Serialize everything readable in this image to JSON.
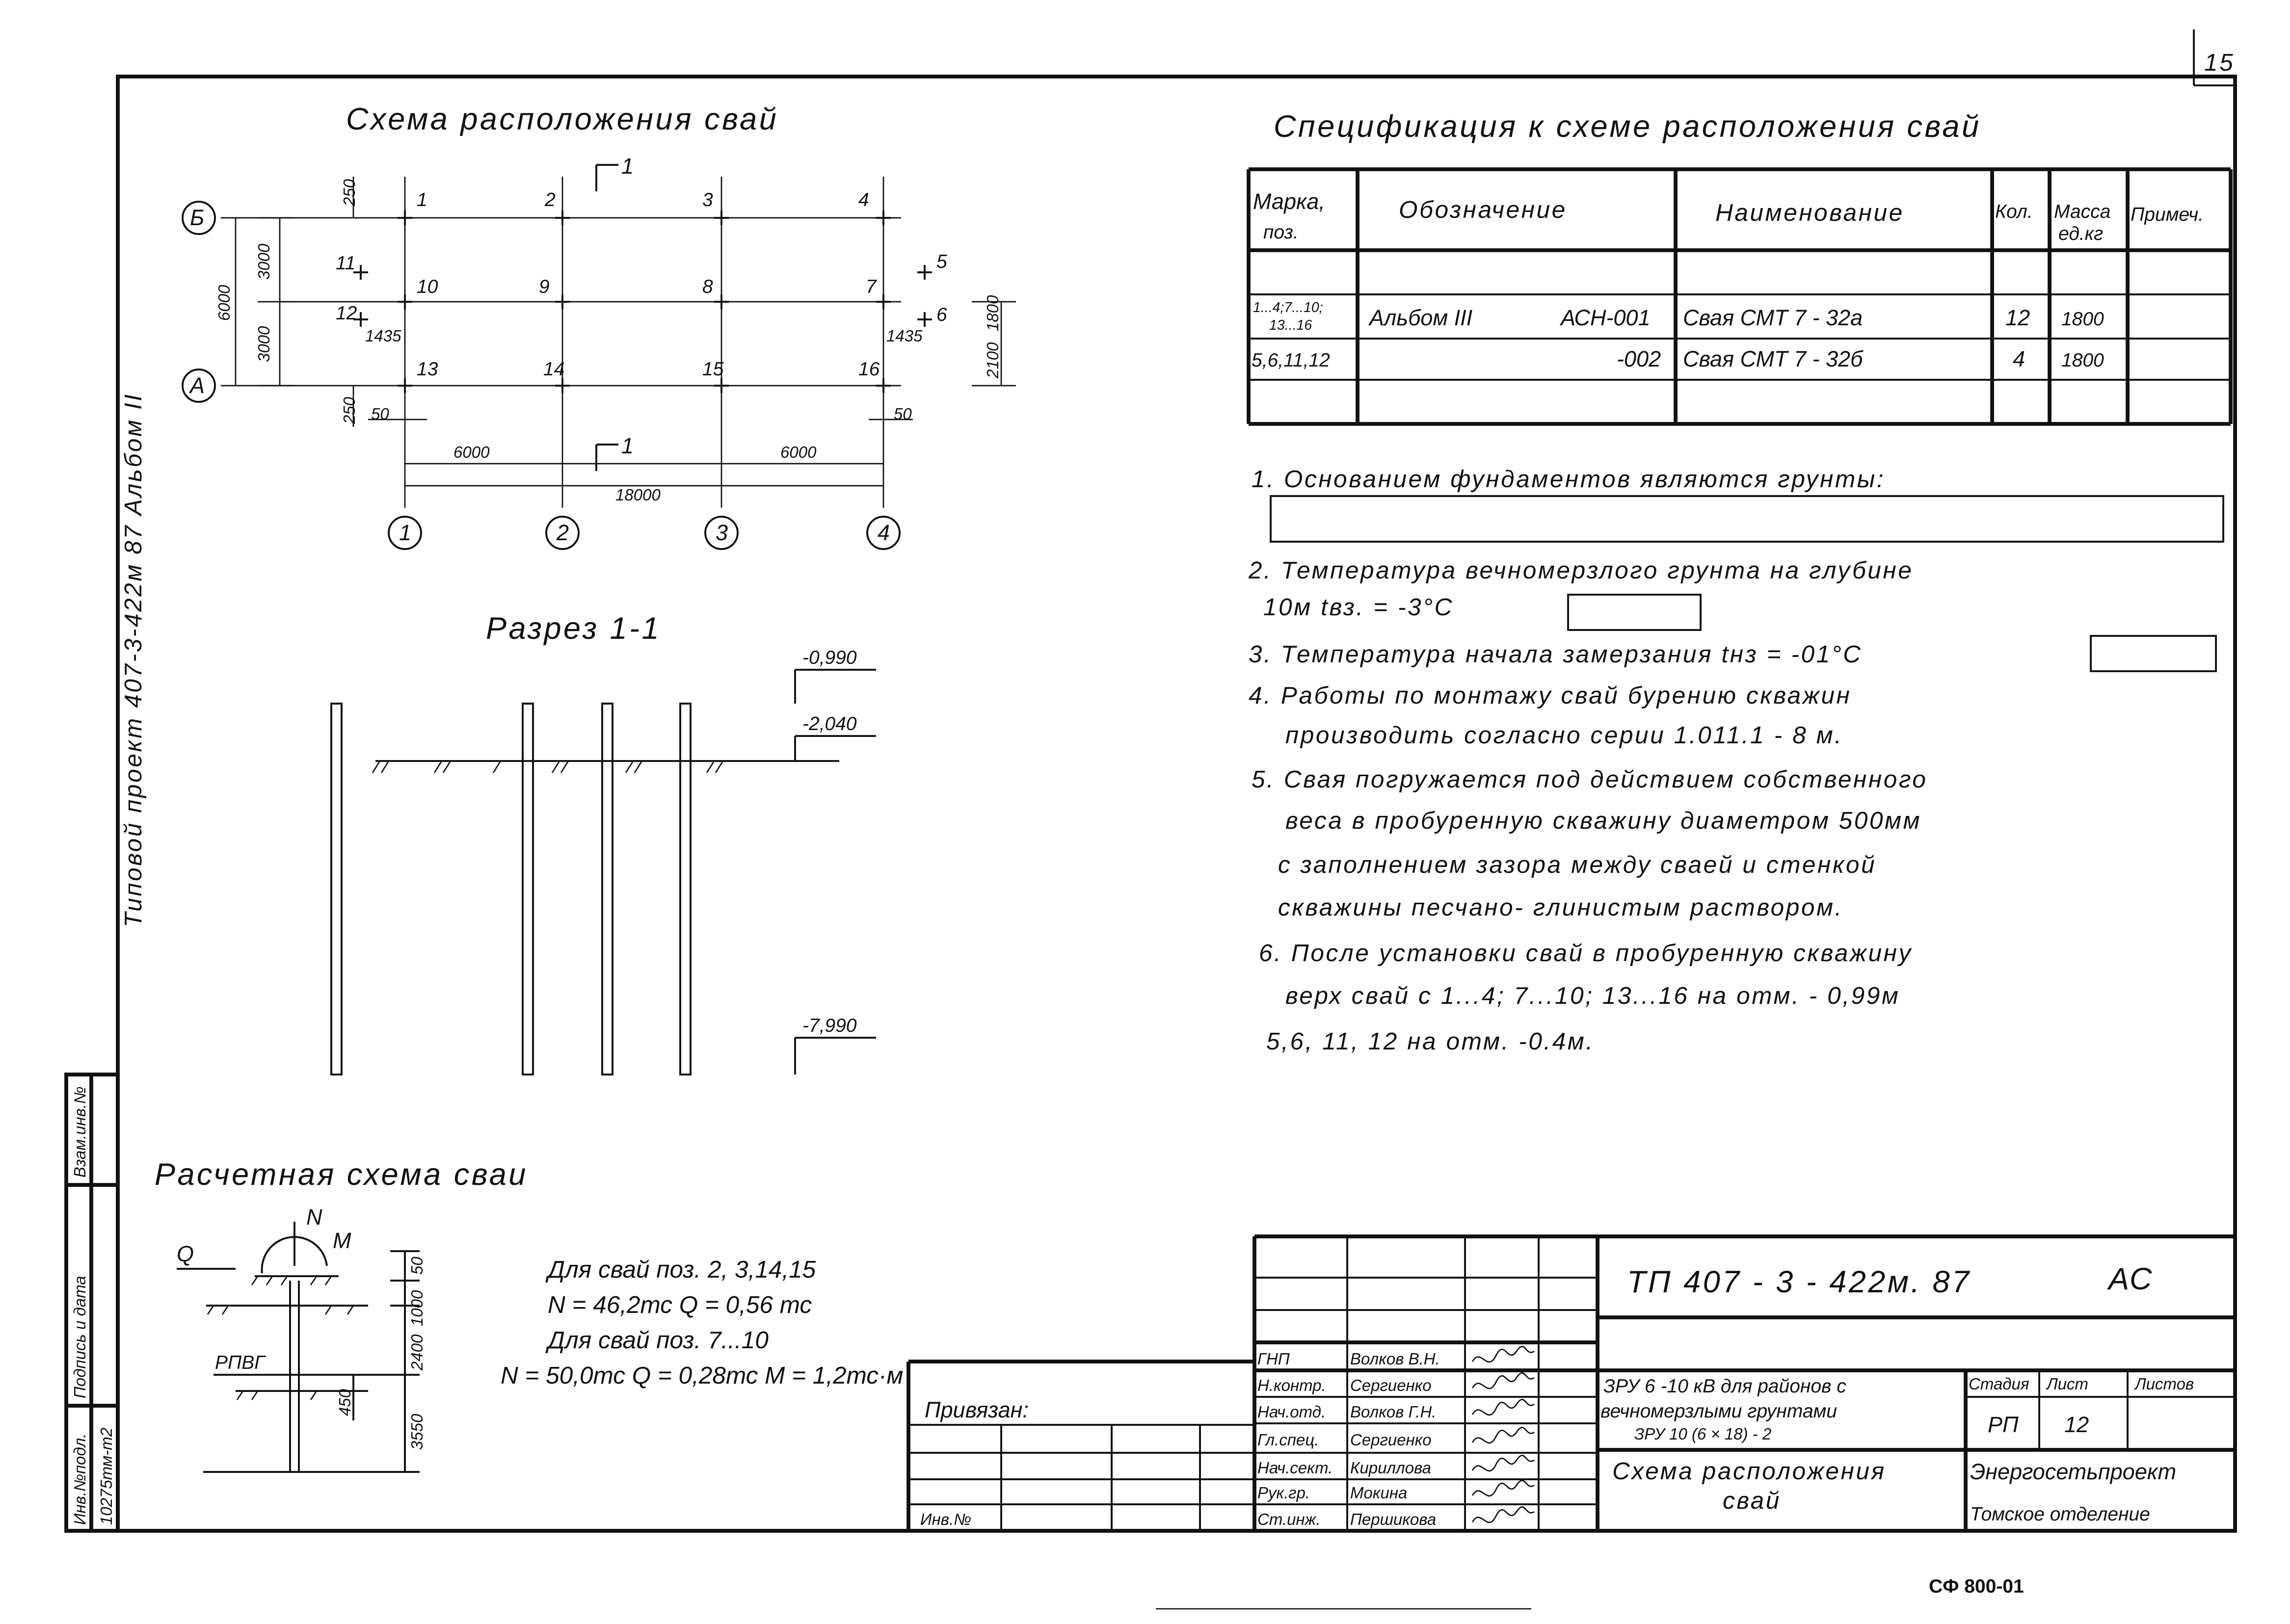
{
  "sheet_number": "15",
  "side_title": "Типовой проект  407-3-422м 87  Альбом II",
  "plan": {
    "title": "Схема расположения свай",
    "row_axes": [
      "Б",
      "А"
    ],
    "col_axes": [
      "1",
      "2",
      "3",
      "4"
    ],
    "piles": [
      "1",
      "2",
      "3",
      "4",
      "10",
      "9",
      "8",
      "7",
      "13",
      "14",
      "15",
      "16",
      "11",
      "12",
      "5",
      "6"
    ],
    "dims": [
      "250",
      "6000",
      "3000",
      "3000",
      "1435",
      "1435",
      "250",
      "50",
      "50",
      "1800",
      "2100",
      "6000",
      "6000",
      "18000"
    ],
    "section_mark": "1"
  },
  "section": {
    "title": "Разрез 1-1",
    "elevations": [
      "-0,990",
      "-2,040",
      "-7,990"
    ]
  },
  "calc": {
    "title": "Расчетная схема сваи",
    "force_n": "N",
    "force_m": "M",
    "force_q": "Q",
    "layer": "РПВГ",
    "dims": [
      "50",
      "1000",
      "2400",
      "3550",
      "450"
    ],
    "lines": [
      "Для свай  поз. 2, 3,14,15",
      "N  = 46,2тс  Q = 0,56 тс",
      "Для свай поз. 7...10",
      "N = 50,0тс Q = 0,28тс M = 1,2тс·м"
    ]
  },
  "spec": {
    "title": "Спецификация  к схеме  расположения  свай",
    "headers": {
      "mark_1": "Марка,",
      "mark_2": "поз.",
      "designation": "Обозначение",
      "name": "Наименование",
      "qty": "Кол.",
      "mass_1": "Масса",
      "mass_2": "ед.кг",
      "note": "Примеч."
    },
    "rows": [
      {
        "mark_1": "1...4;7...10;",
        "mark_2": "13...16",
        "album": "Альбом III",
        "designation": "АСН-001",
        "name": "Свая СМТ 7 - 32а",
        "qty": "12",
        "mass": "1800"
      },
      {
        "mark_1": "5,6,11,12",
        "mark_2": "",
        "album": "",
        "designation": "-002",
        "name": "Свая СМТ 7 - 32б",
        "qty": "4",
        "mass": "1800"
      }
    ]
  },
  "notes": [
    "1. Основанием  фундаментов  являются  грунты:",
    "2. Температура  вечномерзлого  грунта  на   глубине",
    "10м   tвз. = -3°С",
    "3. Температура   начала   замерзания  tнз = -01°С",
    "4. Работы  по   монтажу  свай  бурению   скважин",
    "производить   согласно   серии  1.011.1 - 8 м.",
    "5. Свая  погружается  под  действием   собственного",
    "веса в  пробуренную  скважину  диаметром  500мм",
    "с заполнением   зазора  между  сваей  и   стенкой",
    "скважины  песчано- глинистым   раствором.",
    "6. После  установки   свай  в   пробуренную  скважину",
    "верх  свай    с 1...4;  7...10;  13...16   на  отм.  - 0,99м",
    "5,6, 11, 12   на    отм.   -0.4м."
  ],
  "title_block": {
    "doc_code": "ТП   407 - 3 - 422м. 87",
    "section_code": "АС",
    "roles": [
      "ГНП",
      "Н.контр.",
      "Нач.отд.",
      "Гл.спец.",
      "Нач.сект.",
      "Рук.гр.",
      "Ст.инж."
    ],
    "names": [
      "Волков В.Н.",
      "Сергиенко",
      "Волков Г.Н.",
      "Сергиенко",
      "Кириллова",
      "Мокина",
      "Першикова"
    ],
    "project_1": "ЗРУ 6 -10 кВ для районов с",
    "project_2": "вечномерзлыми грунтами",
    "project_3": "ЗРУ 10    (6 × 18) - 2",
    "sheet_title_1": "Схема   расположения",
    "sheet_title_2": "свай",
    "stage_label": "Стадия",
    "sheet_label": "Лист",
    "sheets_label": "Листов",
    "stage": "РП",
    "sheet": "12",
    "org_1": "Энергосетьпроект",
    "org_2": "Томское  отделение",
    "linked_label": "Привязан:",
    "inv_label": "Инв.№"
  },
  "left_strip": {
    "replace_inv": "Взам.инв.№",
    "sign_date": "Подпись и дата",
    "inv_orig": "Инв.№подл.",
    "inv_number": "10275тм-т2"
  },
  "footer_code": "СФ 800-01"
}
